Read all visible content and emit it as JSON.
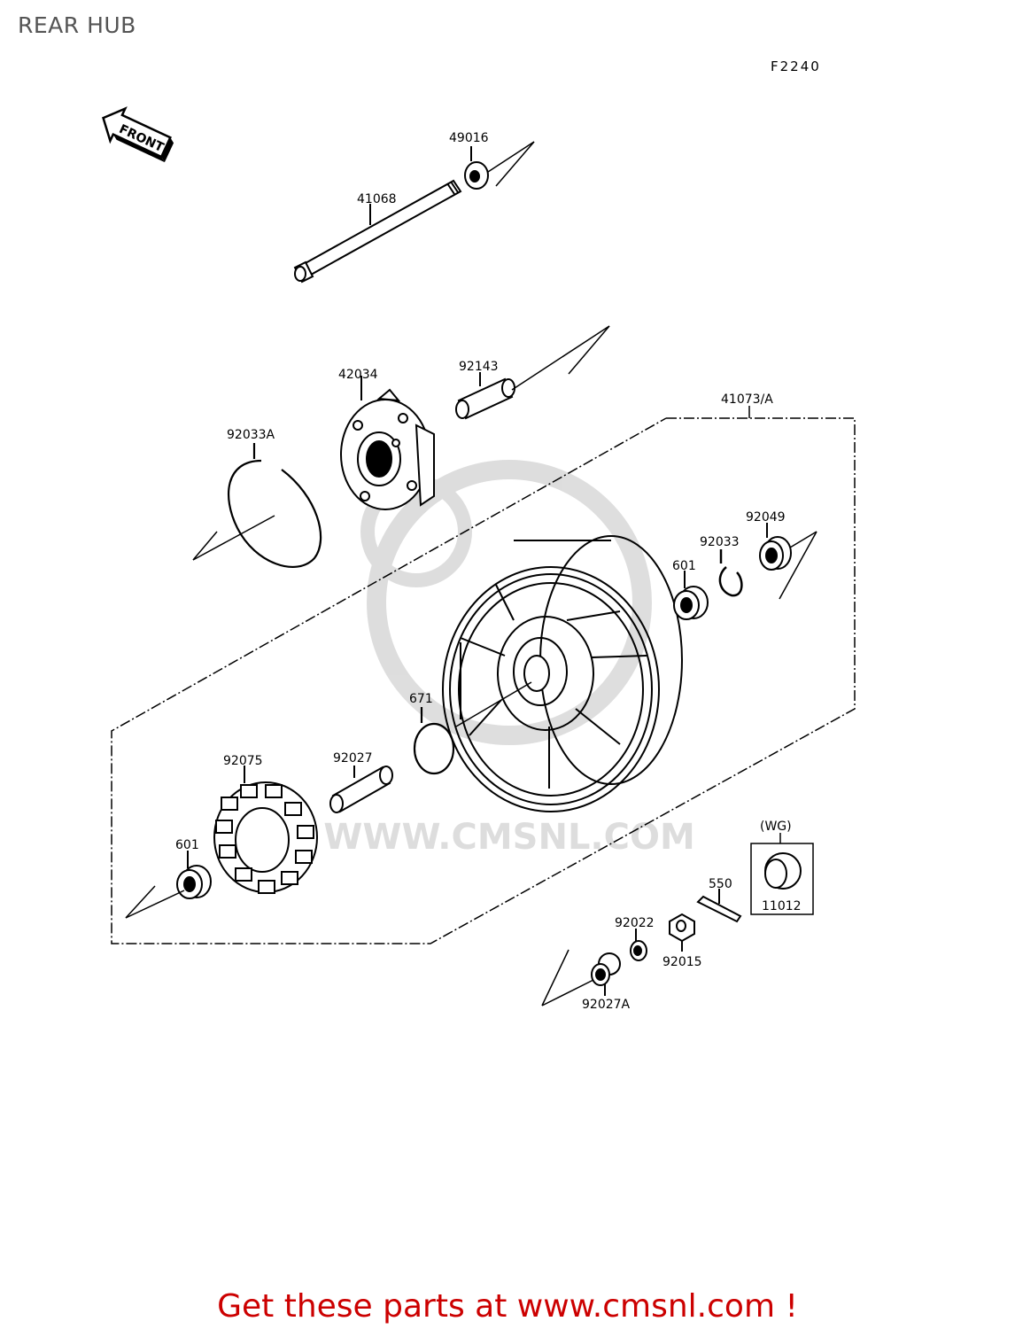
{
  "page": {
    "title": "REAR HUB"
  },
  "diagram": {
    "figure_code": "F2240",
    "front_arrow_label": "FRONT",
    "watermark": "WWW.CMSNL.COM",
    "parts": {
      "p49016": "49016",
      "p41068": "41068",
      "p92143": "92143",
      "p42034": "42034",
      "p41073A": "41073/A",
      "p92033A": "92033A",
      "p92049": "92049",
      "p92033": "92033",
      "p601a": "601",
      "p671": "671",
      "p92075": "92075",
      "p92027": "92027",
      "p601b": "601",
      "pWG": "(WG)",
      "p11012": "11012",
      "p550": "550",
      "p92022": "92022",
      "p92015": "92015",
      "p92027A": "92027A"
    }
  },
  "footer": {
    "text": "Get these parts at www.cmsnl.com !",
    "color": "#cc0000"
  }
}
